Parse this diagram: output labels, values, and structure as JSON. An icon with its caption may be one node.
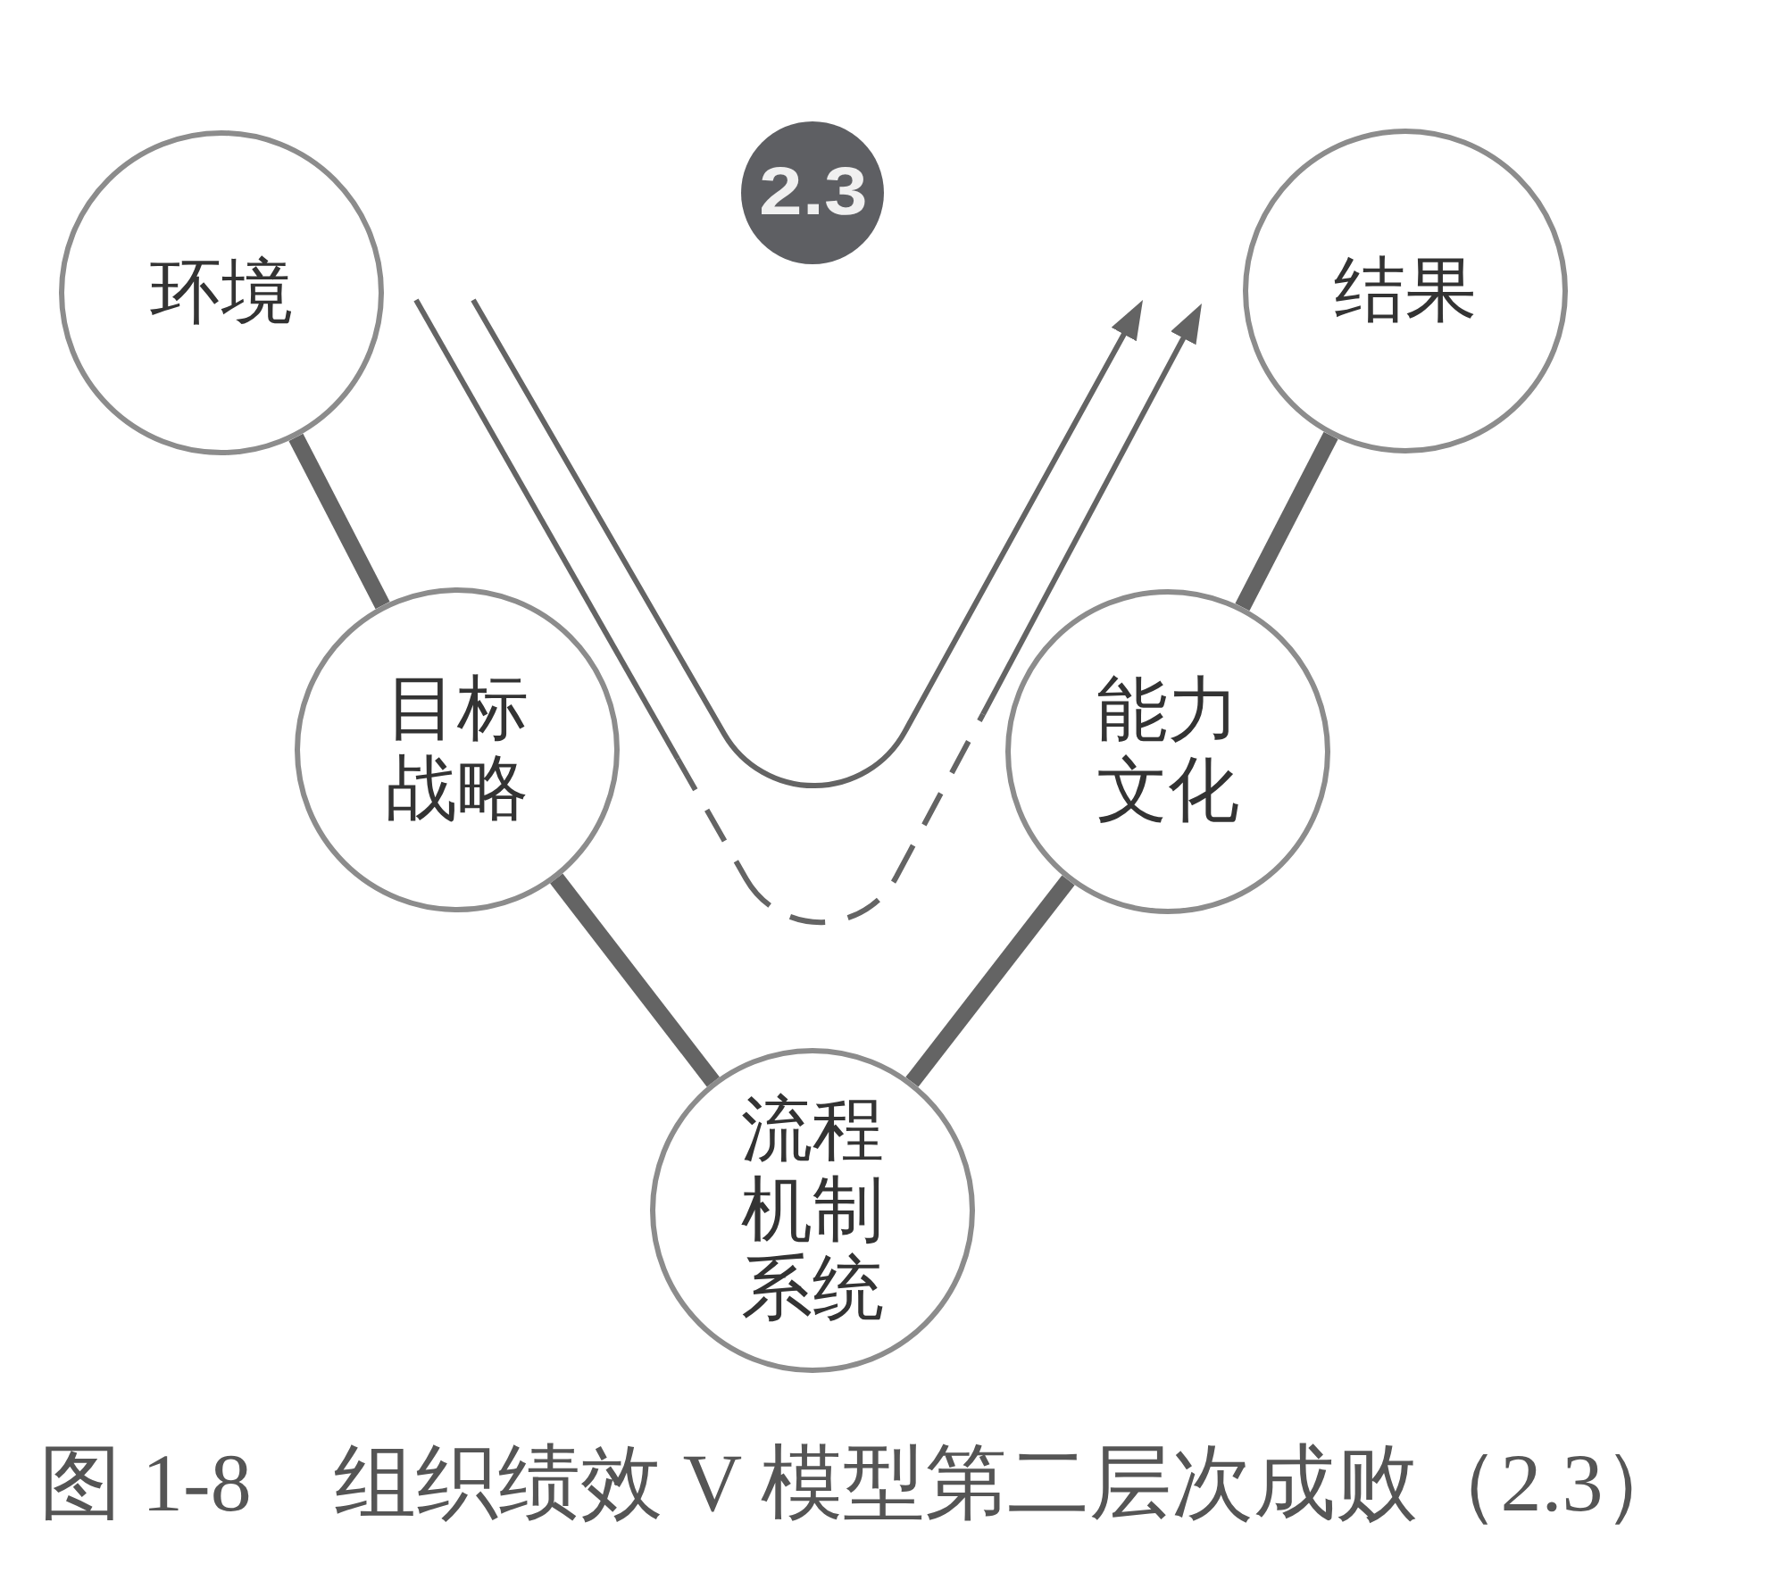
{
  "diagram": {
    "caption": "图 1-8　组织绩效 V 模型第二层次成败（2.3）",
    "nodes": [
      {
        "text": [
          "环境"
        ]
      },
      {
        "text": [
          "2.3"
        ]
      },
      {
        "text": [
          "结果"
        ]
      },
      {
        "text": [
          "目标战略"
        ]
      },
      {
        "text": [
          "能力文化"
        ]
      },
      {
        "text": [
          "流程机制系统"
        ]
      }
    ],
    "edges": [
      {
        "from": 0,
        "to": 3,
        "arrow": "none"
      },
      {
        "from": 3,
        "to": 5,
        "arrow": "none"
      },
      {
        "from": 5,
        "to": 4,
        "arrow": "none"
      },
      {
        "from": 4,
        "to": 2,
        "arrow": "none"
      }
    ]
  }
}
